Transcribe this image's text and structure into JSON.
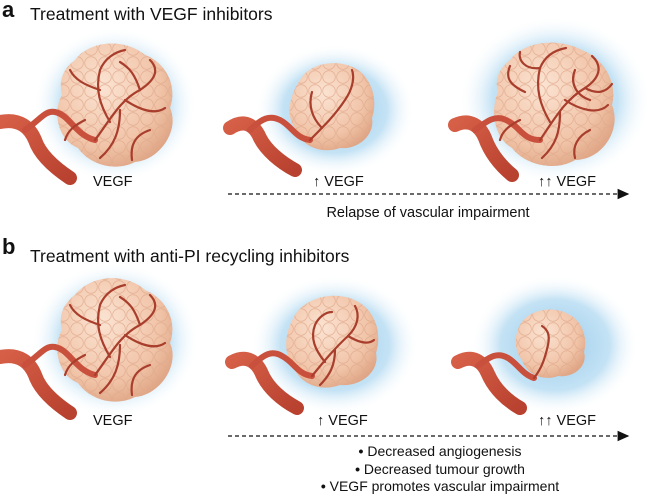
{
  "panel_a": {
    "letter": "a",
    "title": "Treatment with VEGF inhibitors",
    "labels": [
      "VEGF",
      "↑ VEGF",
      "↑↑ VEGF"
    ],
    "arrow_caption": "Relapse of vascular impairment"
  },
  "panel_b": {
    "letter": "b",
    "title": "Treatment with anti-PI recycling inhibitors",
    "labels": [
      "VEGF",
      "↑ VEGF",
      "↑↑ VEGF"
    ],
    "bullets": [
      "Decreased angiogenesis",
      "Decreased tumour growth",
      "VEGF promotes vascular impairment"
    ]
  },
  "colors": {
    "halo": "#a9d4ef",
    "tumour": "#f4cdb4",
    "tumour_shadow": "#e3a98c",
    "vessel": "#c8503c",
    "vessel_dark": "#8f2f22"
  }
}
